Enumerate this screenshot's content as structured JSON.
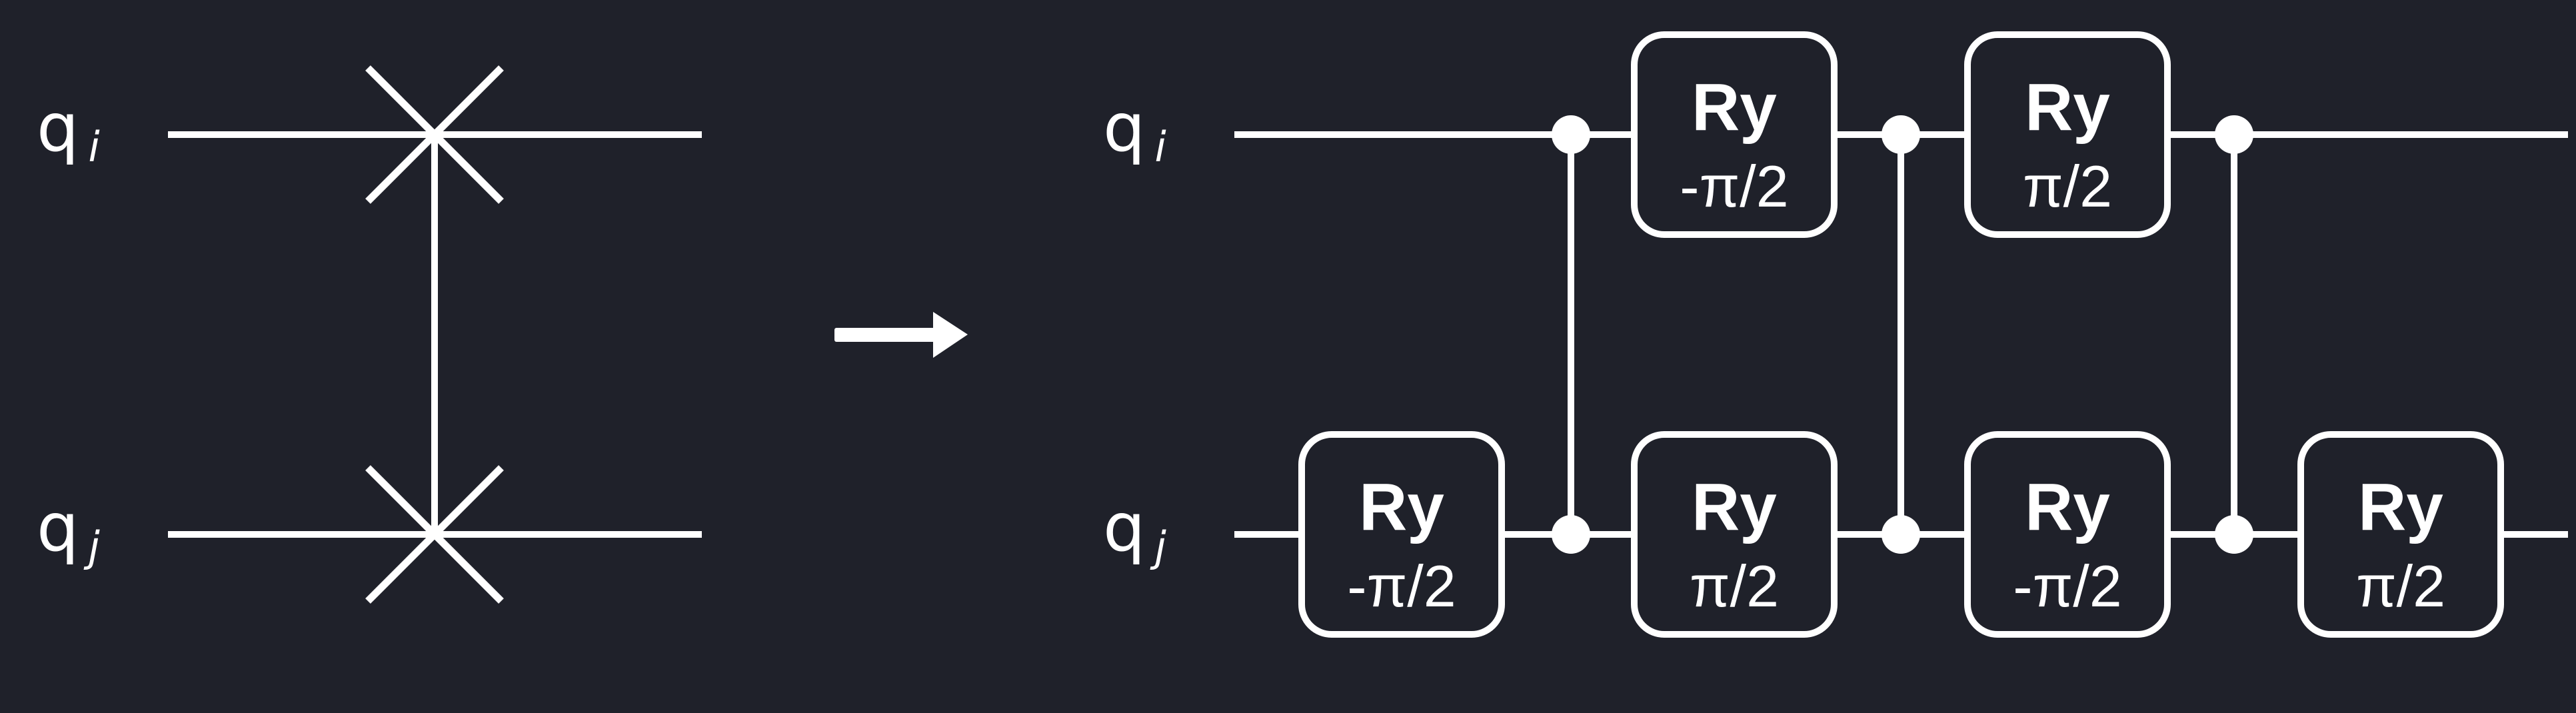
{
  "colors": {
    "background": "#1f212a",
    "foreground": "#ffffff"
  },
  "left_circuit": {
    "name": "SWAP gate",
    "qubits": [
      {
        "label": "q",
        "subscript": "i"
      },
      {
        "label": "q",
        "subscript": "j"
      }
    ],
    "gate": {
      "type": "swap",
      "targets": [
        "q_i",
        "q_j"
      ]
    }
  },
  "transform_arrow": {
    "icon": "right-arrow-icon"
  },
  "right_circuit": {
    "name": "SWAP decomposition",
    "qubits": [
      {
        "label": "q",
        "subscript": "i"
      },
      {
        "label": "q",
        "subscript": "j"
      }
    ],
    "gates": [
      {
        "qubit": 1,
        "column": 0,
        "name": "Ry",
        "param": "-π/2"
      },
      {
        "qubit": 0,
        "column": 1,
        "name": "Ry",
        "param": "-π/2"
      },
      {
        "qubit": 1,
        "column": 1,
        "name": "Ry",
        "param": "π/2"
      },
      {
        "qubit": 0,
        "column": 2,
        "name": "Ry",
        "param": "π/2"
      },
      {
        "qubit": 1,
        "column": 2,
        "name": "Ry",
        "param": "-π/2"
      },
      {
        "qubit": 1,
        "column": 3,
        "name": "Ry",
        "param": "π/2"
      }
    ],
    "controlled_z": [
      {
        "after_column": 0,
        "qubits": [
          0,
          1
        ]
      },
      {
        "after_column": 1,
        "qubits": [
          0,
          1
        ]
      },
      {
        "after_column": 2,
        "qubits": [
          0,
          1
        ]
      }
    ]
  }
}
